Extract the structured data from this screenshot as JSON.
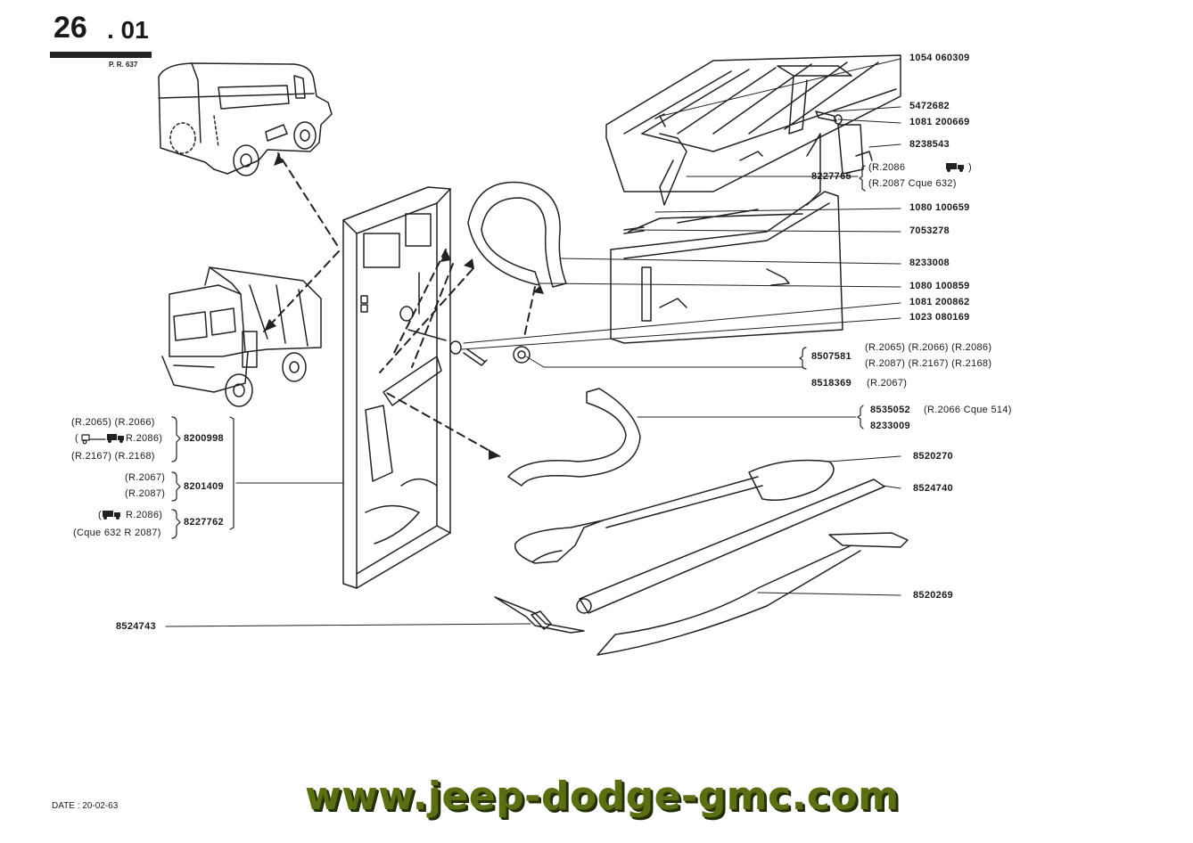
{
  "header": {
    "page_number": "26",
    "page_suffix": ". 01",
    "reference": "P. R. 637"
  },
  "footer": {
    "date": "DATE : 20-02-63"
  },
  "watermark": "www.jeep-dodge-gmc.com",
  "labels": {
    "l1": "1054 060309",
    "l2": "5472682",
    "l3": "1081 200669",
    "l4": "8238543",
    "l5": "8227765",
    "l5a": "(R.2086",
    "l5a_end": ")",
    "l5b": "(R.2087 Cque 632)",
    "l6": "1080 100659",
    "l7": "7053278",
    "l8": "8233008",
    "l9": "1080 100859",
    "l10": "1081 200862",
    "l11": "1023 080169",
    "l12": "8507581",
    "l12a": "(R.2065) (R.2066) (R.2086)",
    "l12b": "(R.2087) (R.2167) (R.2168)",
    "l13": "8518369",
    "l13a": "(R.2067)",
    "l14": "8535052",
    "l14a": "(R.2066 Cque 514)",
    "l15": "8233009",
    "l16": "8520270",
    "l17": "8524740",
    "l18": "8520269",
    "l19": "8524743"
  },
  "left_groups": {
    "g1a": "(R.2065) (R.2066)",
    "g1b": "R.2086)",
    "g1b_open": "(",
    "g1c": "(R.2167) (R.2168)",
    "g1_part": "8200998",
    "g2a": "(R.2067)",
    "g2b": "(R.2087)",
    "g2_part": "8201409",
    "g3a": "R.2086)",
    "g3a_open": "(",
    "g3b": "(Cque 632 R 2087)",
    "g3_part": "8227762"
  }
}
